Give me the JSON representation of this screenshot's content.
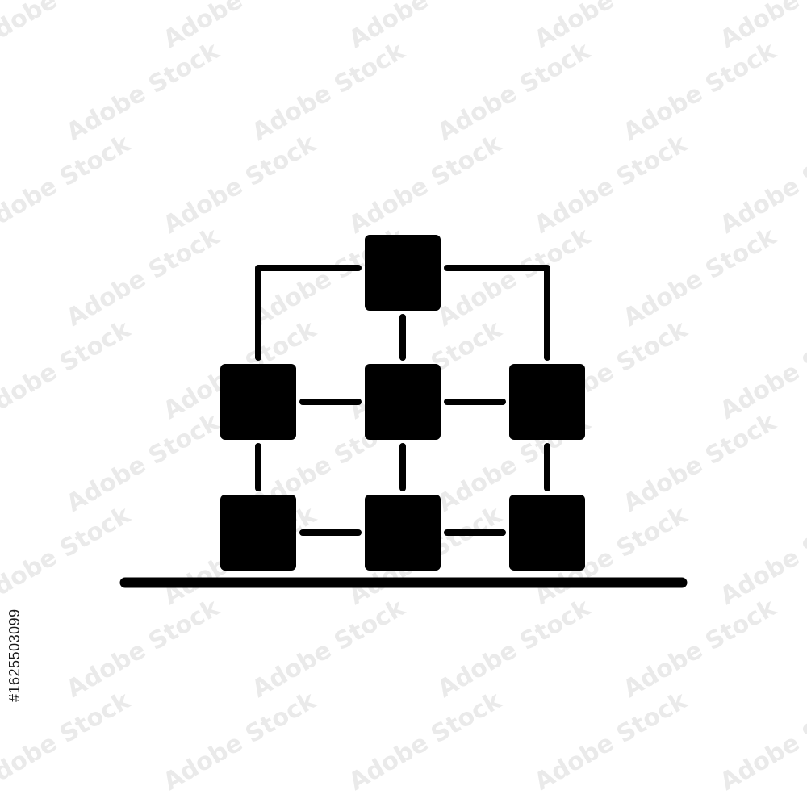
{
  "diagram": {
    "stroke_color": "#000000",
    "background_color": "#ffffff",
    "nodes": [
      {
        "id": "top",
        "row": 0,
        "col": 1
      },
      {
        "id": "middle-left",
        "row": 1,
        "col": 0
      },
      {
        "id": "middle-center",
        "row": 1,
        "col": 1
      },
      {
        "id": "middle-right",
        "row": 1,
        "col": 2
      },
      {
        "id": "bottom-left",
        "row": 2,
        "col": 0
      },
      {
        "id": "bottom-center",
        "row": 2,
        "col": 1
      },
      {
        "id": "bottom-right",
        "row": 2,
        "col": 2
      }
    ],
    "edges": [
      {
        "from": "top",
        "to": "middle-left",
        "kind": "elbow"
      },
      {
        "from": "top",
        "to": "middle-right",
        "kind": "elbow"
      },
      {
        "from": "top",
        "to": "middle-center",
        "kind": "straight"
      },
      {
        "from": "middle-left",
        "to": "middle-center",
        "kind": "straight"
      },
      {
        "from": "middle-center",
        "to": "middle-right",
        "kind": "straight"
      },
      {
        "from": "middle-left",
        "to": "bottom-left",
        "kind": "straight"
      },
      {
        "from": "middle-center",
        "to": "bottom-center",
        "kind": "straight"
      },
      {
        "from": "middle-right",
        "to": "bottom-right",
        "kind": "straight"
      },
      {
        "from": "bottom-left",
        "to": "bottom-center",
        "kind": "straight"
      },
      {
        "from": "bottom-center",
        "to": "bottom-right",
        "kind": "straight"
      }
    ]
  },
  "watermark": {
    "text": "Adobe Stock",
    "color": "#d9d9d9"
  },
  "stock_id": "#1625503099"
}
